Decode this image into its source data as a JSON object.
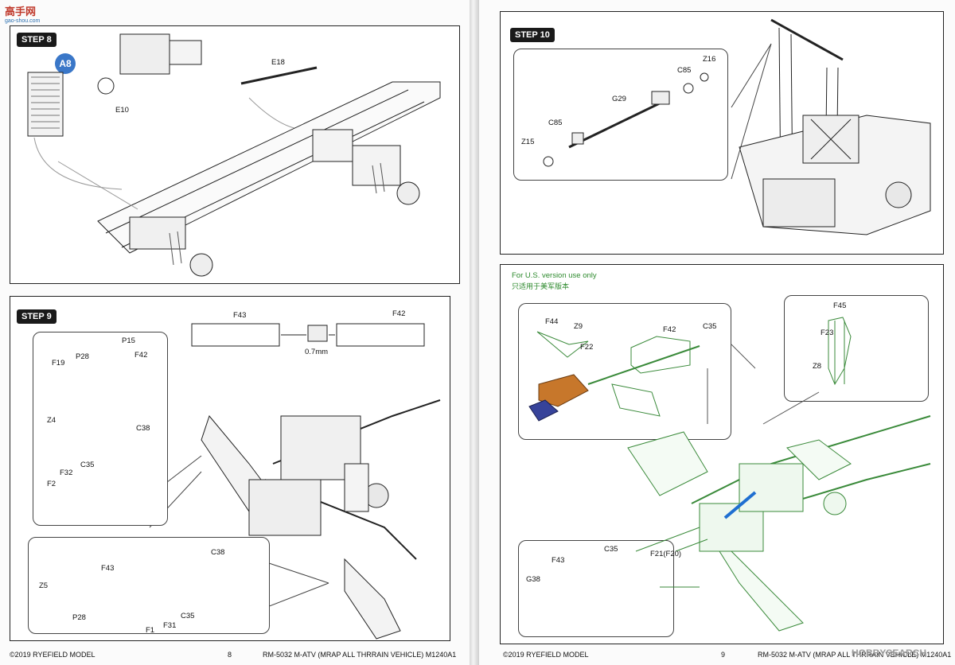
{
  "watermark_top": {
    "logo_text": "高手网",
    "url": "gao-shou.com"
  },
  "left_page": {
    "step8": {
      "title": "STEP 8",
      "badge": "A8",
      "parts": {
        "e18": "E18",
        "e10": "E10"
      }
    },
    "step9": {
      "title": "STEP 9",
      "parts": {
        "f43_top": "F43",
        "f42_top": "F42",
        "cut": "0.7mm",
        "p15": "P15",
        "p28": "P28",
        "f42": "F42",
        "f19": "F19",
        "z4": "Z4",
        "c38": "C38",
        "f32": "F32",
        "c35": "C35",
        "f2": "F2",
        "f43_b": "F43",
        "z5": "Z5",
        "p28_b": "P28",
        "c38_b": "C38",
        "c35_b": "C35",
        "f31": "F31",
        "f1": "F1"
      }
    },
    "footer": {
      "copyright": "©2019 RYEFIELD MODEL",
      "page": "8",
      "title": "RM-5032 M-ATV (MRAP ALL THRRAIN VEHICLE) M1240A1"
    }
  },
  "right_page": {
    "step10": {
      "title": "STEP 10",
      "parts": {
        "z16": "Z16",
        "c85_a": "C85",
        "g29": "G29",
        "c85_b": "C85",
        "z15": "Z15"
      }
    },
    "us_panel": {
      "note_en": "For U.S. version use only",
      "note_cn": "只适用于美军版本",
      "parts": {
        "f44": "F44",
        "z9": "Z9",
        "f22": "F22",
        "f42": "F42",
        "c35": "C35",
        "f45": "F45",
        "f23": "F23",
        "z8": "Z8",
        "f21": "F21(F20)",
        "f43": "F43",
        "c35_b": "C35",
        "g38": "G38"
      }
    },
    "footer": {
      "copyright": "©2019 RYEFIELD MODEL",
      "page": "9",
      "title": "RM-5032 M-ATV (MRAP ALL THRRAIN VEHICLE) M1240A1"
    },
    "watermark": "HOBBYSEARCH"
  },
  "colors": {
    "accent_green": "#2d8a2d",
    "badge_blue": "#3a77c8",
    "highlight_blue": "#1f6fd1",
    "orange_part": "#c7772b"
  }
}
